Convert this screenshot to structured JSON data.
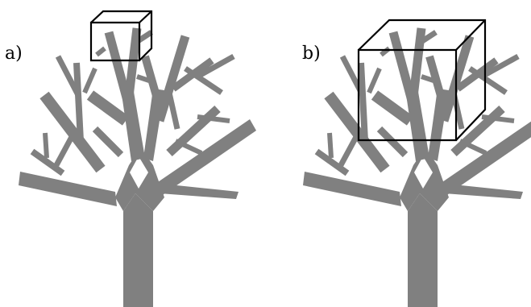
{
  "panels": [
    {
      "label": "a)",
      "box_size": "small"
    },
    {
      "label": "b)",
      "box_size": "large"
    }
  ],
  "colors": {
    "tree": "#808080",
    "box": "#000000",
    "background": "#ffffff"
  }
}
